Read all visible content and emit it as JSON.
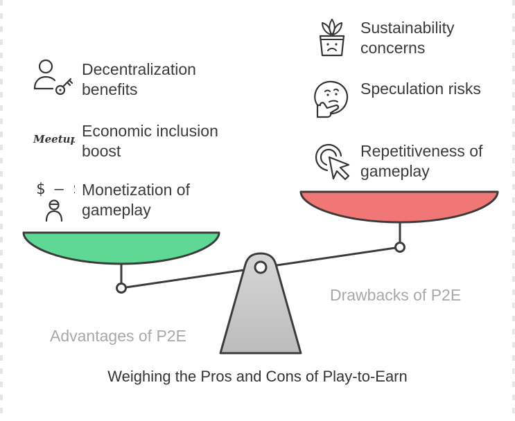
{
  "title": "Weighing the Pros and Cons of Play-to-Earn",
  "advantages": {
    "caption": "Advantages of P2E",
    "color": "#5fd896",
    "items": [
      {
        "label": "Decentralization benefits",
        "icon": "user-key-icon"
      },
      {
        "label": "Economic inclusion boost",
        "icon": "meetup-icon",
        "icon_text": "Meetup"
      },
      {
        "label": "Monetization of gameplay",
        "icon": "dollar-exchange-user-icon",
        "icon_text": "$ – $"
      }
    ]
  },
  "drawbacks": {
    "caption": "Drawbacks of P2E",
    "color": "#f07775",
    "items": [
      {
        "label": "Sustainability concerns",
        "icon": "sad-plant-pot-icon"
      },
      {
        "label": "Speculation risks",
        "icon": "thinking-face-icon"
      },
      {
        "label": "Repetitiveness of gameplay",
        "icon": "click-cursor-icon"
      }
    ]
  },
  "fulcrum_color": "#c8c8c8"
}
